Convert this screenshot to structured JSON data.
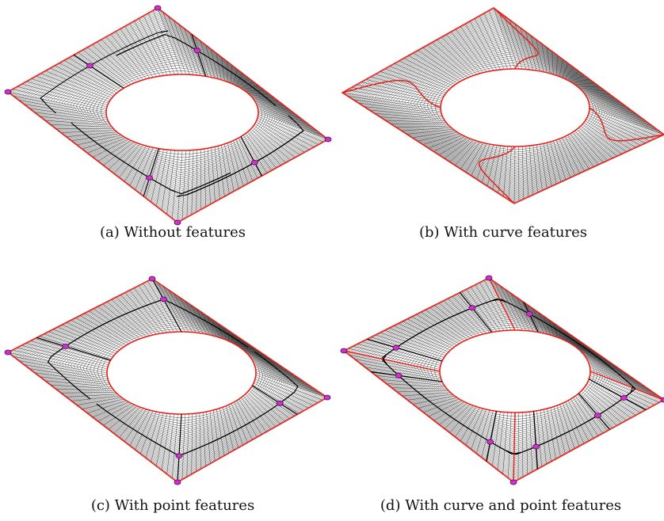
{
  "figure": {
    "panels": [
      {
        "id": "a",
        "caption": "(a) Without features"
      },
      {
        "id": "b",
        "caption": "(b) With curve features"
      },
      {
        "id": "c",
        "caption": "(c) With point features"
      },
      {
        "id": "d",
        "caption": "(d) With curve and point features"
      }
    ]
  },
  "colors": {
    "mesh": "#333333",
    "feature_line": "#000000",
    "boundary": "#e8201a",
    "point_fill": "#cc33cc",
    "point_stroke": "#5a0a5a",
    "background": "#ffffff"
  }
}
